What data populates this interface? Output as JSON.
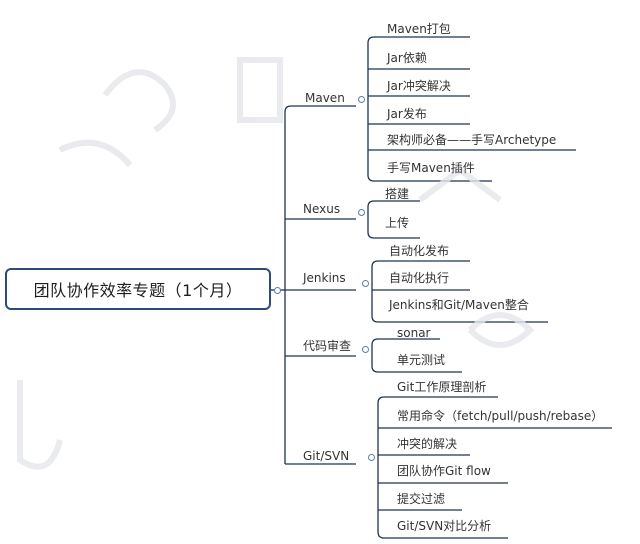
{
  "root": {
    "label": "团队协作效率专题（1个月）"
  },
  "colors": {
    "line": "#1f3450",
    "root_border": "#2c4a7a",
    "collapse_circle": "#5b7fb0",
    "text": "#333333"
  },
  "branches": [
    {
      "label": "Maven",
      "leaves": [
        "Maven打包",
        "Jar依赖",
        "Jar冲突解决",
        "Jar发布",
        "架构师必备——手写Archetype",
        "手写Maven插件"
      ]
    },
    {
      "label": "Nexus",
      "leaves": [
        "搭建",
        "上传"
      ]
    },
    {
      "label": "Jenkins",
      "leaves": [
        "自动化发布",
        "自动化执行",
        "Jenkins和Git/Maven整合"
      ]
    },
    {
      "label": "代码审查",
      "leaves": [
        "sonar",
        "单元测试"
      ]
    },
    {
      "label": "Git/SVN",
      "leaves": [
        "Git工作原理剖析",
        "常用命令（fetch/pull/push/rebase）",
        "冲突的解决",
        "团队协作Git flow",
        "提交过滤",
        "Git/SVN对比分析"
      ]
    }
  ]
}
